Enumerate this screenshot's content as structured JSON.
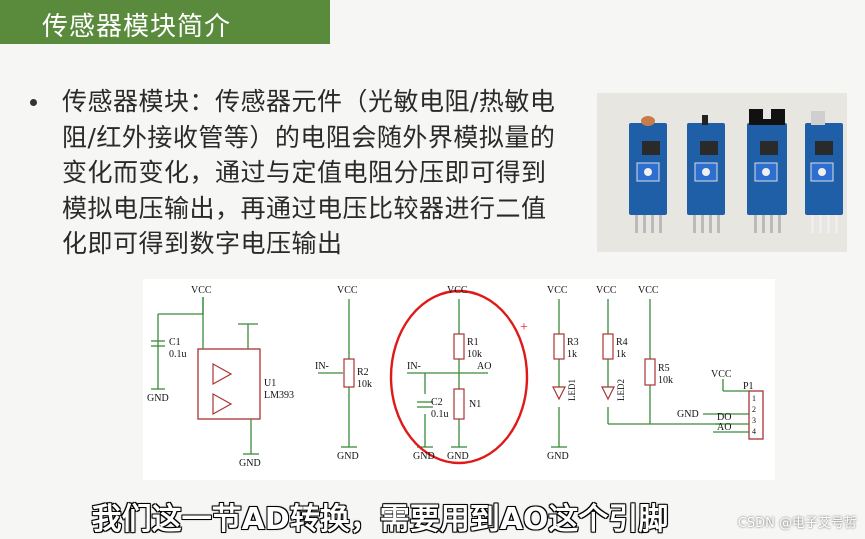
{
  "slide": {
    "title": "传感器模块简介",
    "bullet": "传感器模块：传感器元件（光敏电阻/热敏电阻/红外接收管等）的电阻会随外界模拟量的变化而变化，通过与定值电阻分压即可得到模拟电压输出，再通过电压比较器进行二值化即可得到数字电压输出",
    "subtitle": "我们这一节AD转换，需要用到AO这个引脚",
    "watermark": "CSDN @电子艾号哲"
  },
  "schematic": {
    "vcc": "VCC",
    "gnd": "GND",
    "c1": "C1",
    "c1_val": "0.1u",
    "u1": "U1",
    "u1_part": "LM393",
    "r2": "R2",
    "r2_val": "10k",
    "in_minus": "IN-",
    "r1": "R1",
    "r1_val": "10k",
    "ao": "AO",
    "c2": "C2",
    "c2_val": "0.1u",
    "n1": "N1",
    "r3": "R3",
    "r3_val": "1k",
    "r4": "R4",
    "r4_val": "1k",
    "r5": "R5",
    "r5_val": "10k",
    "led1": "LED1",
    "led2": "LED2",
    "p1": "P1",
    "do": "DO",
    "pins": [
      "1",
      "2",
      "3",
      "4"
    ],
    "plus": "+"
  }
}
